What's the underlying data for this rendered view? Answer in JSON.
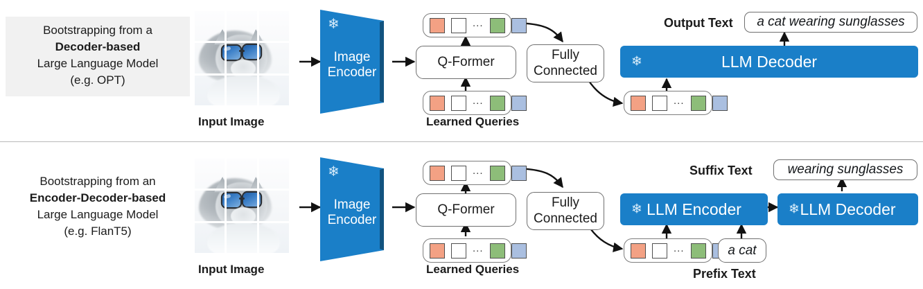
{
  "figure": {
    "title": "BLIP-2 bootstrapping from frozen large language models",
    "colors": {
      "blue": "#1a7fc8",
      "blue_dark": "#1569a8",
      "panel_gray": "#f1f1f1",
      "chip_salmon": "#f3a184",
      "chip_white": "#ffffff",
      "chip_green": "#8dbd79",
      "chip_blue": "#aabfe0",
      "stroke": "#6f6f6f",
      "divider": "#b9b9b9"
    }
  },
  "rows": [
    {
      "id": "decoder-based",
      "caption": {
        "line1": "Bootstrapping from a",
        "line2": "Decoder-based",
        "line3": "Large Language Model",
        "line4": "(e.g. OPT)",
        "shaded": true
      },
      "input_image_label": "Input Image",
      "encoder": {
        "line1": "Image",
        "line2": "Encoder",
        "frozen_icon": "snowflake-icon"
      },
      "qformer_label": "Q-Former",
      "learned_queries_label": "Learned Queries",
      "fully_connected": {
        "line1": "Fully",
        "line2": "Connected"
      },
      "llm_blocks": [
        {
          "name": "llm-decoder",
          "label": "LLM Decoder",
          "frozen_icon": "snowflake-icon"
        }
      ],
      "text_label": "Output Text",
      "text_value": "a cat wearing sunglasses",
      "prefix_label": null,
      "prefix_value": null
    },
    {
      "id": "encoder-decoder-based",
      "caption": {
        "line1": "Bootstrapping from an",
        "line2": "Encoder-Decoder-based",
        "line3": "Large Language Model",
        "line4": "(e.g. FlanT5)",
        "shaded": false
      },
      "input_image_label": "Input Image",
      "encoder": {
        "line1": "Image",
        "line2": "Encoder",
        "frozen_icon": "snowflake-icon"
      },
      "qformer_label": "Q-Former",
      "learned_queries_label": "Learned Queries",
      "fully_connected": {
        "line1": "Fully",
        "line2": "Connected"
      },
      "llm_blocks": [
        {
          "name": "llm-encoder",
          "label": "LLM Encoder",
          "frozen_icon": "snowflake-icon"
        },
        {
          "name": "llm-decoder",
          "label": "LLM Decoder",
          "frozen_icon": "snowflake-icon"
        }
      ],
      "text_label": "Suffix Text",
      "text_value": "wearing sunglasses",
      "prefix_label": "Prefix Text",
      "prefix_value": "a cat"
    }
  ],
  "token_strip": {
    "dots": "...",
    "chips": [
      "#f3a184",
      "#ffffff",
      "dots",
      "#8dbd79",
      "#aabfe0"
    ]
  }
}
